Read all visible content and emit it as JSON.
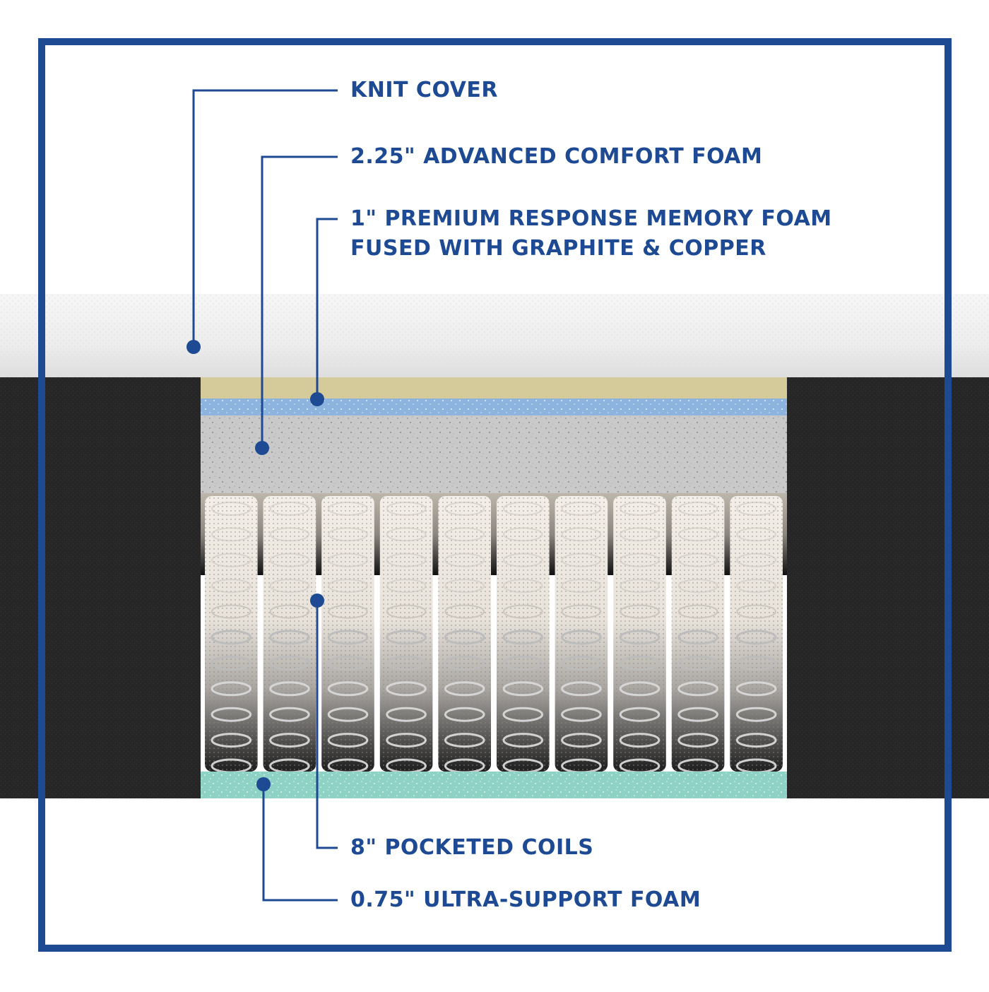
{
  "colors": {
    "accent": "#1d4a93",
    "frame": "#1d4a93",
    "cover": "#f3f3f3",
    "mattress_side": "#2a2a2a",
    "comfort_foam_top": "#d8cfa0",
    "memory_foam": "#8fb4e0",
    "advanced_foam": "#c7c7c7",
    "support_foam": "#8ed3c6"
  },
  "callouts": [
    {
      "id": "knit-cover",
      "lines": [
        "KNIT COVER"
      ]
    },
    {
      "id": "advanced-comfort-foam",
      "lines": [
        "2.25\" ADVANCED COMFORT FOAM"
      ]
    },
    {
      "id": "memory-foam",
      "lines": [
        "1\" PREMIUM RESPONSE MEMORY FOAM",
        "FUSED WITH GRAPHITE & COPPER"
      ]
    },
    {
      "id": "pocketed-coils",
      "lines": [
        "8\" POCKETED COILS"
      ]
    },
    {
      "id": "ultra-support-foam",
      "lines": [
        "0.75\" ULTRA-SUPPORT FOAM"
      ]
    }
  ],
  "coil_columns": 10
}
